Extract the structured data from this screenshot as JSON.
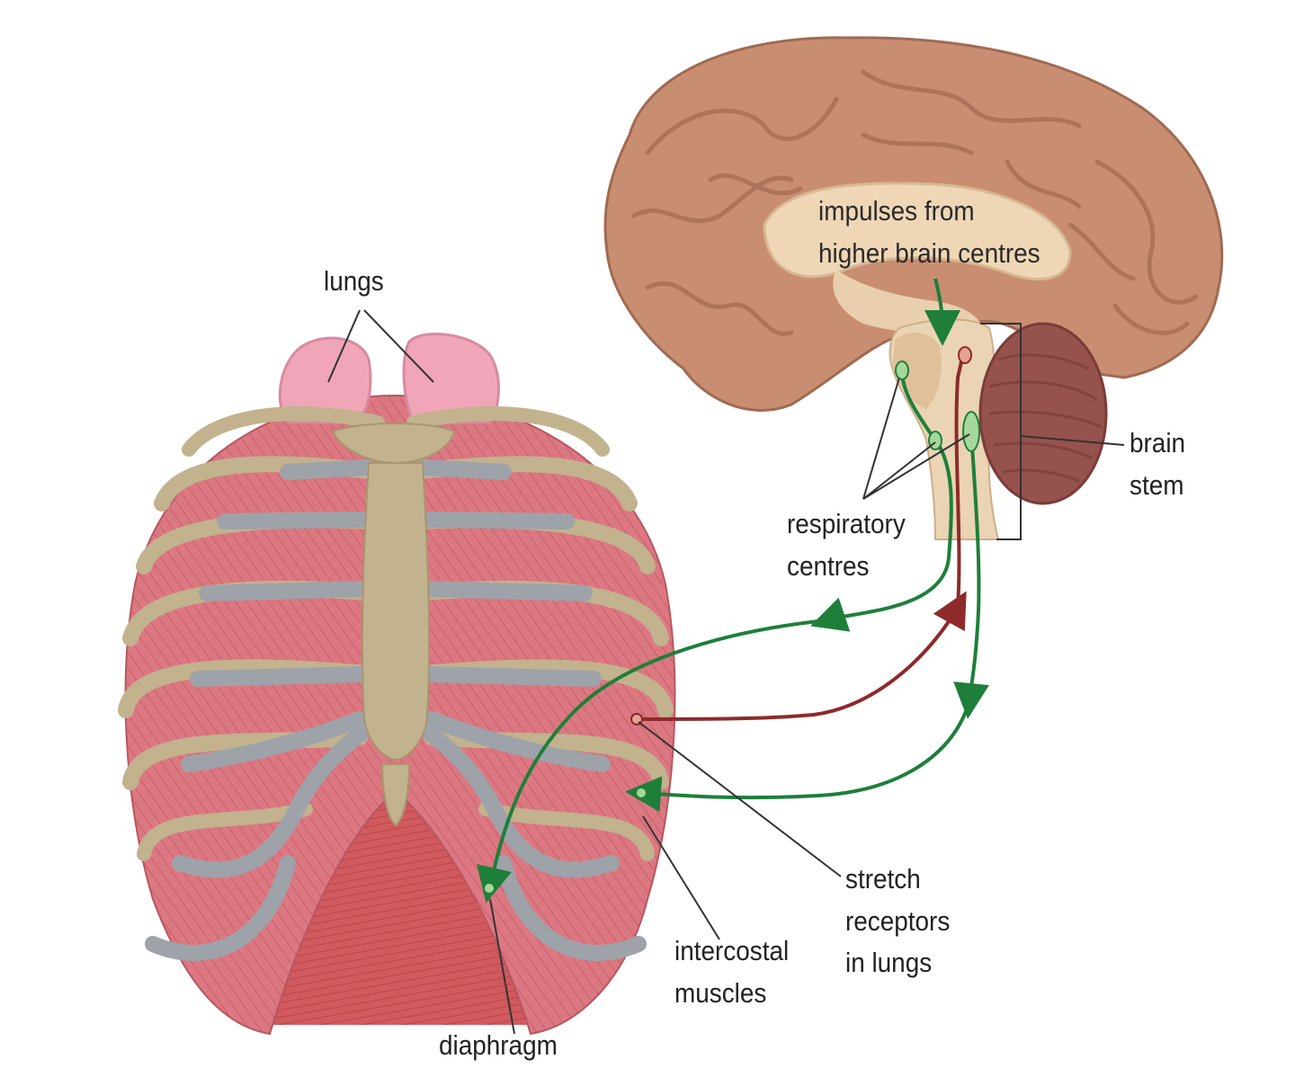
{
  "labels": {
    "lungs": "lungs",
    "impulses": "impulses from\nhigher brain centres",
    "brain_stem": "brain\nstem",
    "respiratory_centres": "respiratory\ncentres",
    "stretch_receptors": "stretch\nreceptors\nin lungs",
    "intercostal_muscles": "intercostal\nmuscles",
    "diaphragm": "diaphragm"
  },
  "colors": {
    "motor_pathway": "#1e7f3a",
    "sensory_pathway": "#8e2a2a",
    "brain": "#c98e72",
    "bone": "#c2b28e",
    "cartilage": "#9ea3aa",
    "muscle": "#d8707a",
    "lung": "#f0a6b8"
  }
}
